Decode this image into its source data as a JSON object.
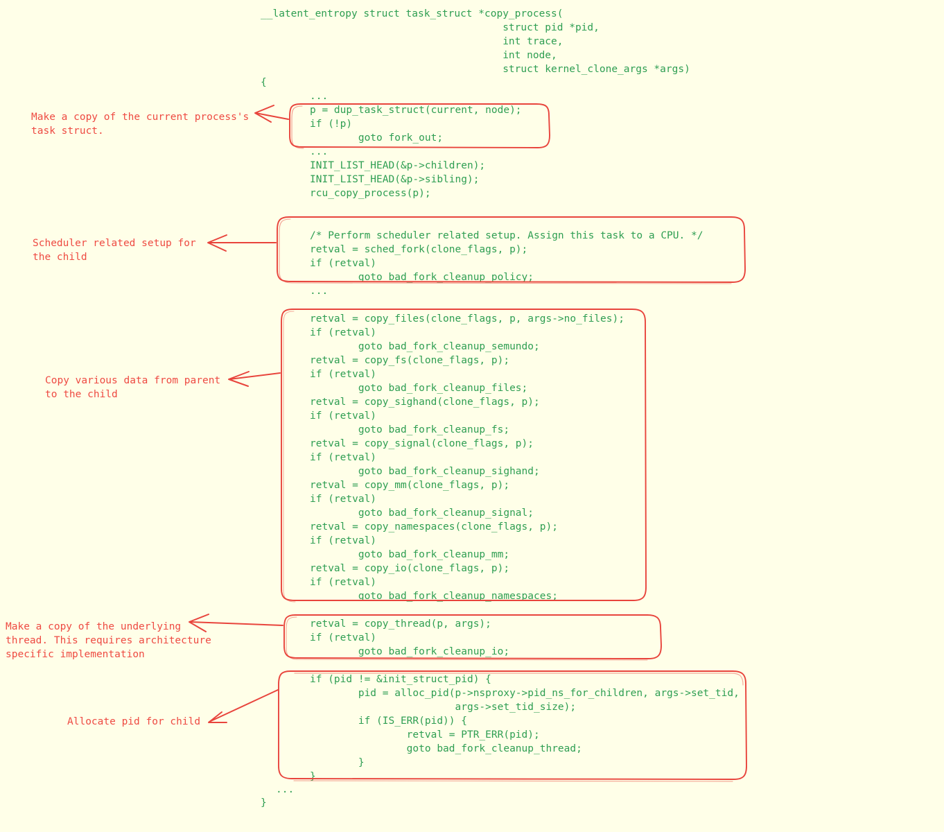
{
  "figure": {
    "background_color": "#FFFFE8",
    "code_color": "#2E9E52",
    "annotation_color": "#E8443C"
  },
  "code_blocks": {
    "signature": "__latent_entropy struct task_struct *copy_process(\n                                        struct pid *pid,\n                                        int trace,\n                                        int node,\n                                        struct kernel_clone_args *args)",
    "open_brace": "{",
    "ellipsis_1": "...",
    "dup_task": "p = dup_task_struct(current, node);\nif (!p)\n        goto fork_out;",
    "ellipsis_2": "...",
    "init_lists": "INIT_LIST_HEAD(&p->children);\nINIT_LIST_HEAD(&p->sibling);\nrcu_copy_process(p);",
    "sched": "/* Perform scheduler related setup. Assign this task to a CPU. */\nretval = sched_fork(clone_flags, p);\nif (retval)\n        goto bad_fork_cleanup_policy;",
    "ellipsis_3": "...",
    "copy_various": "retval = copy_files(clone_flags, p, args->no_files);\nif (retval)\n        goto bad_fork_cleanup_semundo;\nretval = copy_fs(clone_flags, p);\nif (retval)\n        goto bad_fork_cleanup_files;\nretval = copy_sighand(clone_flags, p);\nif (retval)\n        goto bad_fork_cleanup_fs;\nretval = copy_signal(clone_flags, p);\nif (retval)\n        goto bad_fork_cleanup_sighand;\nretval = copy_mm(clone_flags, p);\nif (retval)\n        goto bad_fork_cleanup_signal;\nretval = copy_namespaces(clone_flags, p);\nif (retval)\n        goto bad_fork_cleanup_mm;\nretval = copy_io(clone_flags, p);\nif (retval)\n        goto bad_fork_cleanup_namespaces;",
    "copy_thread": "retval = copy_thread(p, args);\nif (retval)\n        goto bad_fork_cleanup_io;",
    "alloc_pid": "if (pid != &init_struct_pid) {\n        pid = alloc_pid(p->nsproxy->pid_ns_for_children, args->set_tid,\n                        args->set_tid_size);\n        if (IS_ERR(pid)) {\n                retval = PTR_ERR(pid);\n                goto bad_fork_cleanup_thread;\n        }\n}",
    "ellipsis_4": "...",
    "close_brace": "}"
  },
  "annotations": [
    {
      "id": "dup-task-note",
      "text": "Make a copy of the current process's\ntask struct."
    },
    {
      "id": "sched-note",
      "text": "Scheduler related setup for\nthe child"
    },
    {
      "id": "copy-various-note",
      "text": "Copy various data from parent\nto the child"
    },
    {
      "id": "copy-thread-note",
      "text": "Make a copy of the underlying\nthread. This requires architecture\nspecific implementation"
    },
    {
      "id": "alloc-pid-note",
      "text": "Allocate pid for child"
    }
  ]
}
